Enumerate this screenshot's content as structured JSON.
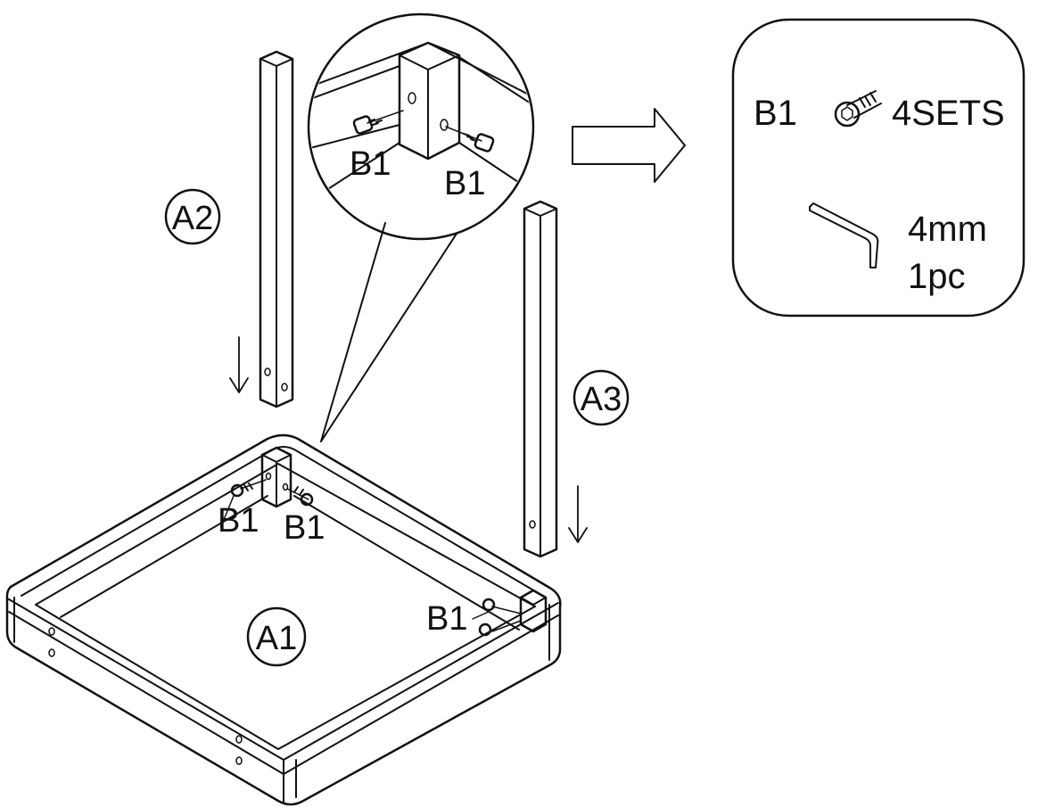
{
  "parts": {
    "base_frame": "A1",
    "leg_left": "A2",
    "leg_right": "A3",
    "screw": "B1"
  },
  "callouts": {
    "zoom_left_screw": "B1",
    "zoom_right_screw": "B1",
    "base_left_screw_1": "B1",
    "base_left_screw_2": "B1",
    "base_right_screw": "B1"
  },
  "hardware_box": {
    "screw_label": "B1",
    "screw_qty": "4SETS",
    "wrench_size": "4mm",
    "wrench_qty": "1pc"
  },
  "icons": {
    "arrow": "right-arrow-outline-icon",
    "screw": "hex-socket-screw-icon",
    "wrench": "allen-key-icon",
    "down_arrow": "down-arrow-icon"
  },
  "colors": {
    "line": "#111111",
    "background": "#ffffff"
  }
}
